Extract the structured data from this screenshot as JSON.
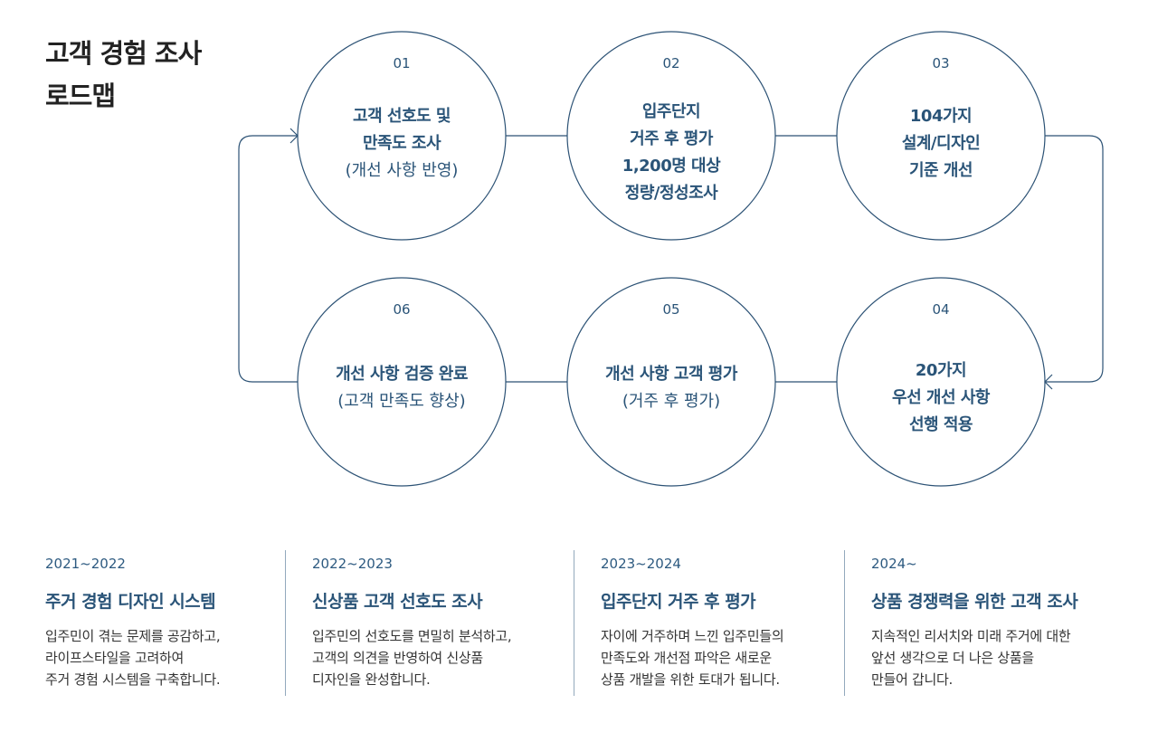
{
  "title": {
    "line1": "고객 경험 조사",
    "line2": "로드맵"
  },
  "colors": {
    "accent": "#2a5478",
    "line": "#2c5275",
    "divider": "#93a9bd"
  },
  "steps": [
    {
      "num": "01",
      "lines": [
        "고객 선호도 및",
        "만족도 조사"
      ],
      "sub": "(개선 사항 반영)"
    },
    {
      "num": "02",
      "lines": [
        "입주단지",
        "거주 후 평가",
        "1,200명 대상",
        "정량/정성조사"
      ],
      "sub": ""
    },
    {
      "num": "03",
      "lines": [
        "104가지",
        "설계/디자인",
        "기준 개선"
      ],
      "sub": ""
    },
    {
      "num": "04",
      "lines": [
        "20가지",
        "우선 개선 사항",
        "선행 적용"
      ],
      "sub": ""
    },
    {
      "num": "05",
      "lines": [
        "개선 사항 고객 평가"
      ],
      "sub": "(거주 후 평가)"
    },
    {
      "num": "06",
      "lines": [
        "개선 사항 검증 완료"
      ],
      "sub": "(고객 만족도 향상)"
    }
  ],
  "timeline": [
    {
      "year": "2021~2022",
      "heading": "주거 경험 디자인 시스템",
      "desc": [
        "입주민이 겪는 문제를 공감하고,",
        "라이프스타일을 고려하여",
        "주거 경험 시스템을 구축합니다."
      ]
    },
    {
      "year": "2022~2023",
      "heading": "신상품 고객 선호도 조사",
      "desc": [
        "입주민의 선호도를 면밀히 분석하고,",
        "고객의 의견을 반영하여 신상품",
        "디자인을 완성합니다."
      ]
    },
    {
      "year": "2023~2024",
      "heading": "입주단지 거주 후 평가",
      "desc": [
        "자이에 거주하며 느낀 입주민들의",
        "만족도와 개선점 파악은 새로운",
        "상품 개발을 위한 토대가 됩니다."
      ]
    },
    {
      "year": "2024~",
      "heading": "상품 경쟁력을 위한 고객 조사",
      "desc": [
        "지속적인 리서치와 미래 주거에 대한",
        "앞선 생각으로 더 나은 상품을",
        "만들어 갑니다."
      ]
    }
  ]
}
